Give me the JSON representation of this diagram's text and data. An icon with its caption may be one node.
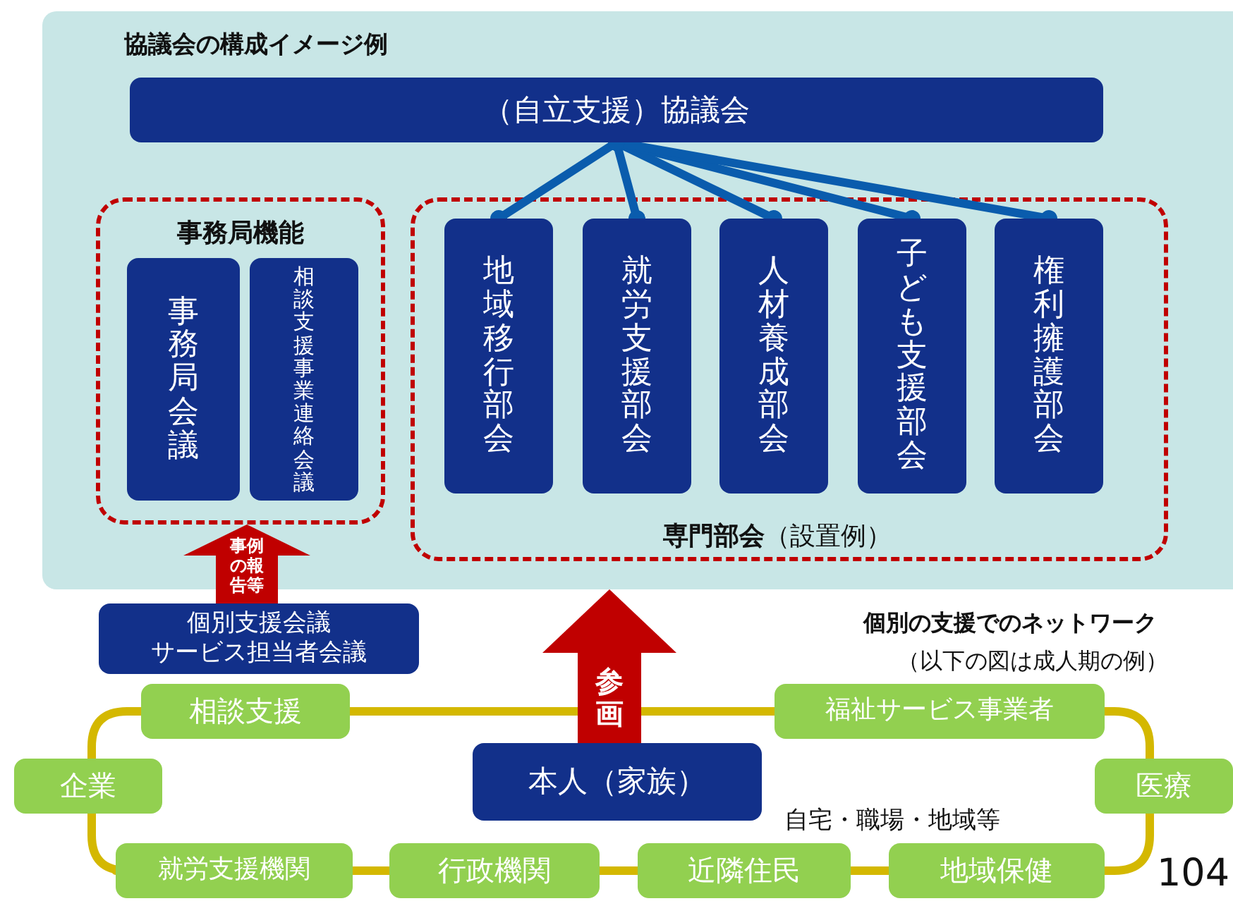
{
  "diagram": {
    "nodes": [
      {
        "text": [
          "協議会の構成イメージ例"
        ]
      },
      {
        "text": [
          "（自立支援）協議会"
        ],
        "in": 0
      },
      {
        "text": [
          "事務局機能"
        ],
        "in": 0
      },
      {
        "text": [
          "事務局会議"
        ],
        "in": 2
      },
      {
        "text": [
          "相談支援事業連絡会議"
        ],
        "in": 2
      },
      {
        "text": [
          "**専門部会**（設置例）"
        ],
        "in": 0
      },
      {
        "text": [
          "地域移行部会"
        ],
        "in": 5
      },
      {
        "text": [
          "就労支援部会"
        ],
        "in": 5
      },
      {
        "text": [
          "人材養成部会"
        ],
        "in": 5
      },
      {
        "text": [
          "子ども支援部会"
        ],
        "in": 5
      },
      {
        "text": [
          "権利擁護部会"
        ],
        "in": 5
      },
      {
        "text": [
          "個別支援会議",
          "サービス担当者会議"
        ]
      },
      {
        "text": [
          "相談支援"
        ]
      },
      {
        "text": [
          "福祉サービス事業者"
        ]
      },
      {
        "text": [
          "企業"
        ]
      },
      {
        "text": [
          "本人（家族）"
        ]
      },
      {
        "text": [
          "医療"
        ]
      },
      {
        "text": [
          "就労支援機関"
        ]
      },
      {
        "text": [
          "行政機関"
        ]
      },
      {
        "text": [
          "近隣住民"
        ]
      },
      {
        "text": [
          "地域保健"
        ]
      }
    ],
    "edges": [
      {
        "from": 1,
        "to": 6,
        "arrow": "other",
        "color": "#0a5cad"
      },
      {
        "from": 1,
        "to": 7,
        "arrow": "other",
        "color": "#0a5cad"
      },
      {
        "from": 1,
        "to": 8,
        "arrow": "other",
        "color": "#0a5cad"
      },
      {
        "from": 1,
        "to": 9,
        "arrow": "other",
        "color": "#0a5cad"
      },
      {
        "from": 1,
        "to": 10,
        "arrow": "other",
        "color": "#0a5cad"
      },
      {
        "from": 11,
        "to": 2,
        "arrow": "to",
        "label": "事例の報告等",
        "style": "thick",
        "color": "#c00000"
      },
      {
        "from": 15,
        "to": 0,
        "arrow": "to",
        "label": "参画",
        "style": "thick",
        "color": "#c00000"
      },
      {
        "from": 12,
        "to": 13,
        "arrow": "none"
      },
      {
        "from": 13,
        "to": 16,
        "arrow": "none"
      },
      {
        "from": 16,
        "to": 20,
        "arrow": "none"
      },
      {
        "from": 20,
        "to": 19,
        "arrow": "none"
      },
      {
        "from": 19,
        "to": 18,
        "arrow": "none"
      },
      {
        "from": 18,
        "to": 17,
        "arrow": "none"
      },
      {
        "from": 17,
        "to": 14,
        "arrow": "none"
      },
      {
        "from": 14,
        "to": 12,
        "arrow": "none"
      }
    ],
    "labels": [
      "個別の支援でのネットワーク",
      "（以下の図は成人期の例）",
      "自宅・職場・地域等",
      "104"
    ]
  }
}
